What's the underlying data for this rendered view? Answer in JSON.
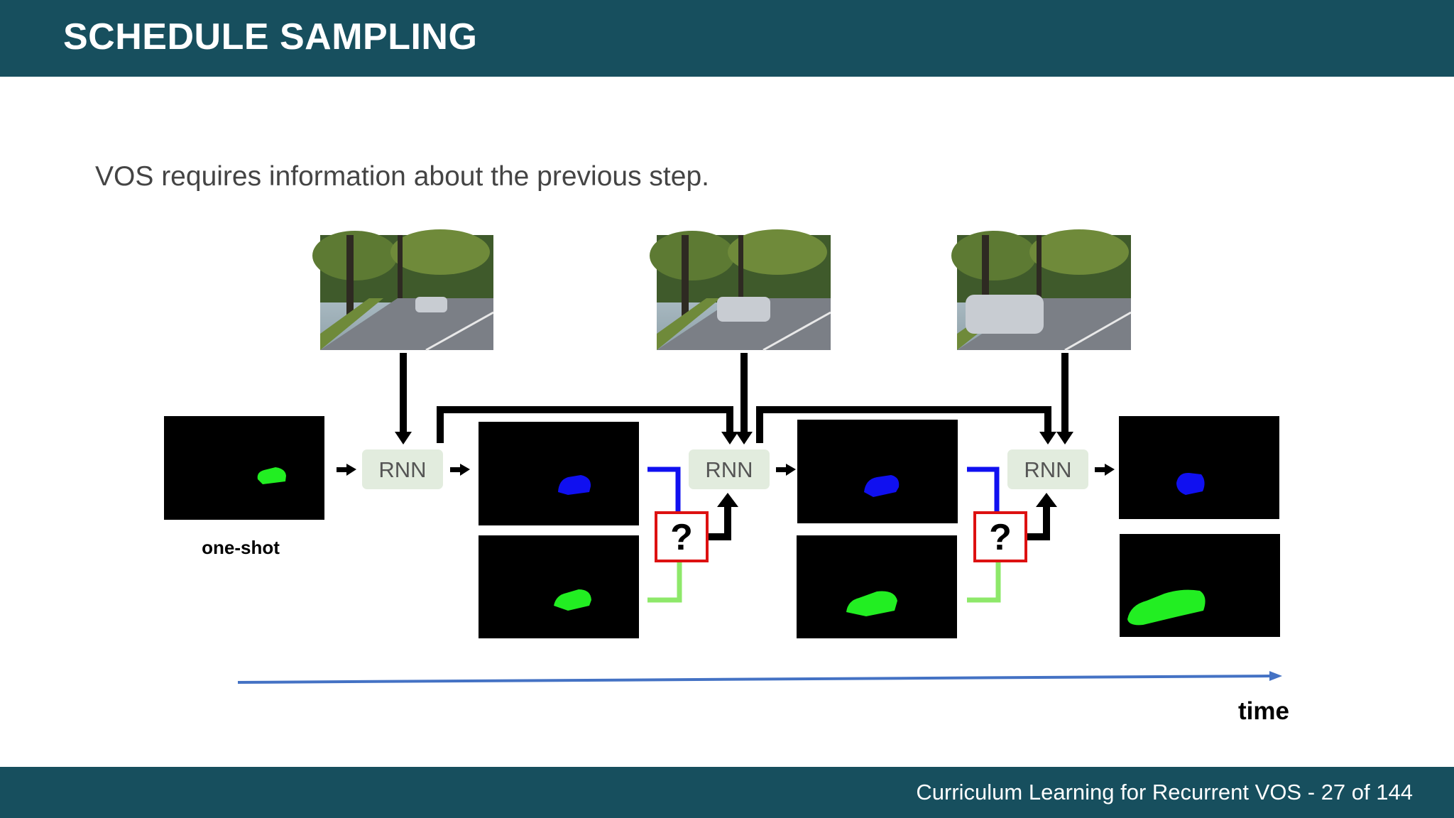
{
  "header": {
    "title": "SCHEDULE SAMPLING"
  },
  "subtitle": "VOS requires information about the previous step.",
  "diagram": {
    "rnn_label": "RNN",
    "question_label": "?",
    "one_shot_label": "one-shot",
    "time_label": "time",
    "colors": {
      "predicted_mask": "#1010f0",
      "ground_truth_mask": "#22ee22",
      "question_box_border": "#dd1111",
      "rnn_box_fill": "#e2ecde",
      "time_arrow": "#4472c4"
    }
  },
  "footer": {
    "presentation_title": "Curriculum Learning for Recurrent VOS",
    "separator": "-",
    "current_page": "27",
    "total_pages": "of 144"
  }
}
